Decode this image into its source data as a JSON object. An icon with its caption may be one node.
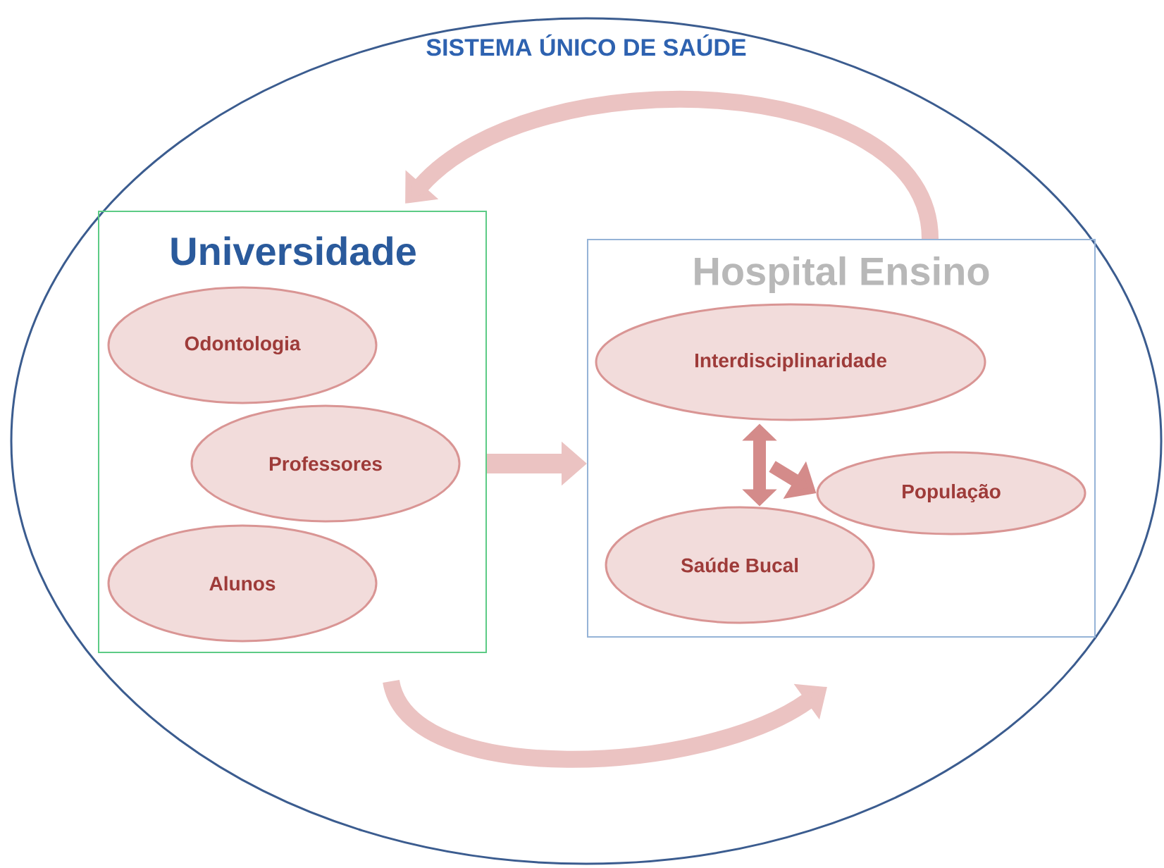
{
  "diagram": {
    "nodes": [
      {
        "text": [
          "SISTEMA ÚNICO DE SAÚDE"
        ]
      },
      {
        "text": [
          "Universidade"
        ],
        "in": 0
      },
      {
        "text": [
          "Odontologia"
        ],
        "in": 1
      },
      {
        "text": [
          "Professores"
        ],
        "in": 1
      },
      {
        "text": [
          "Alunos"
        ],
        "in": 1
      },
      {
        "text": [
          "Hospital Ensino"
        ],
        "in": 0
      },
      {
        "text": [
          "Interdisciplinaridade"
        ],
        "in": 5
      },
      {
        "text": [
          "População"
        ],
        "in": 5
      },
      {
        "text": [
          "Saúde Bucal"
        ],
        "in": 5
      }
    ],
    "edges": [
      {
        "from": 1,
        "to": 5,
        "arrow": "to"
      },
      {
        "from": 5,
        "to": 1,
        "arrow": "to"
      },
      {
        "from": 1,
        "to": 5,
        "arrow": "to"
      },
      {
        "from": 6,
        "to": 8,
        "arrow": "both"
      },
      {
        "from": null,
        "to": 7,
        "arrow": "to"
      }
    ]
  }
}
